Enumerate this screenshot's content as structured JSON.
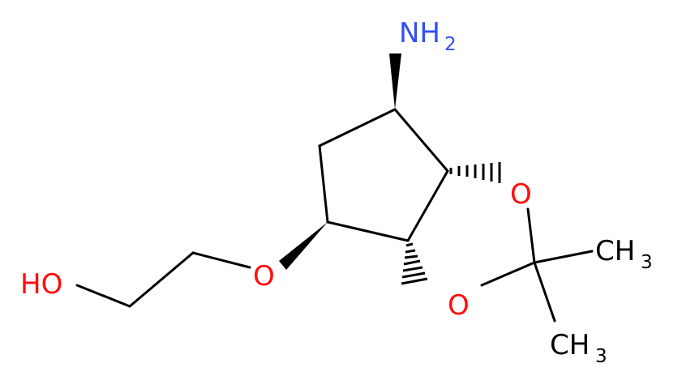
{
  "colors": {
    "background": "#ffffff",
    "bond": "#000000",
    "nitrogen": "#3050f8",
    "oxygen": "#ff0d0d",
    "carbon_label": "#000000"
  },
  "labels": {
    "amine_main": "NH",
    "amine_sub": "2",
    "hydroxyl": "HO",
    "ether_oxygen": "O",
    "ring_oxygen_top": "O",
    "ring_oxygen_bottom": "O",
    "methyl_top_main": "CH",
    "methyl_top_sub": "3",
    "methyl_bottom_main": "CH",
    "methyl_bottom_sub": "3"
  }
}
